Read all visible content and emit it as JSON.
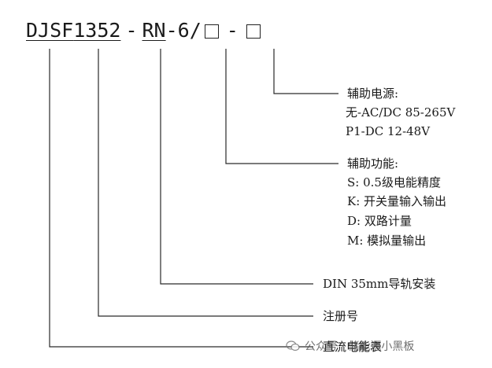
{
  "model_code": {
    "seg1": "DJSF",
    "seg2": "1352",
    "sep1": "-",
    "seg3": "RN",
    "seg4": "-6/",
    "sep2": "-"
  },
  "labels": {
    "aux_power_title": "辅助电源:",
    "aux_power_opt1": "无-AC/DC 85-265V",
    "aux_power_opt2": "P1-DC 12-48V",
    "aux_func_title": "辅助功能:",
    "aux_func_opt1": "S: 0.5级电能精度",
    "aux_func_opt2": "K: 开关量输入输出",
    "aux_func_opt3": "D: 双路计量",
    "aux_func_opt4": "M: 模拟量输出",
    "din_rail": "DIN 35mm导轨安装",
    "reg_no": "注册号",
    "dc_meter": "直流电能表"
  },
  "watermark": {
    "text": "公众号 · 储能源小黑板"
  },
  "colors": {
    "line": "#2a2a2a",
    "text": "#1a1a1a"
  }
}
